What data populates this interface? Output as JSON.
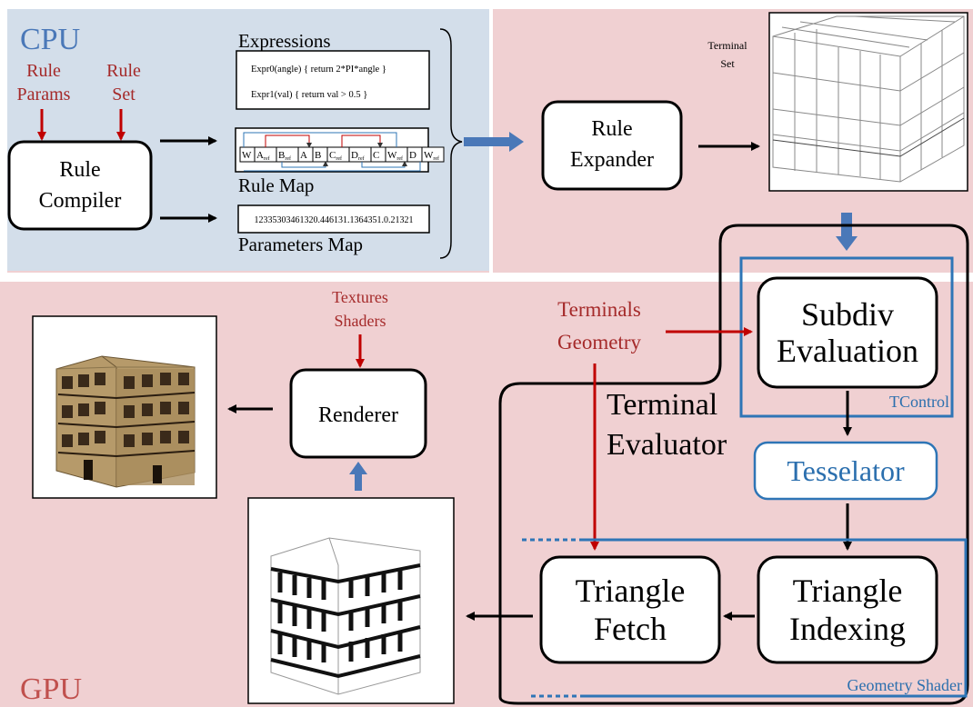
{
  "cpu": {
    "label": "CPU",
    "rule_params": [
      "Rule",
      "Params"
    ],
    "rule_set": [
      "Rule",
      "Set"
    ],
    "rule_compiler": [
      "Rule",
      "Compiler"
    ],
    "expressions_title": "Expressions",
    "expr0": "Expr0(angle) { return 2*PI*angle }",
    "expr1": "Expr1(val) { return val > 0.5 }",
    "rule_map_title": "Rule Map",
    "rule_map_cells": [
      {
        "main": "W",
        "sub": ""
      },
      {
        "main": "A",
        "sub": "ref"
      },
      {
        "main": "B",
        "sub": "ref"
      },
      {
        "main": "A",
        "sub": ""
      },
      {
        "main": "B",
        "sub": ""
      },
      {
        "main": "C",
        "sub": "ref"
      },
      {
        "main": "D",
        "sub": "ref"
      },
      {
        "main": "C",
        "sub": ""
      },
      {
        "main": "W",
        "sub": "ref"
      },
      {
        "main": "D",
        "sub": ""
      },
      {
        "main": "W",
        "sub": "ref"
      }
    ],
    "params_values": "12335303461320.446131.1364351.0.21321",
    "params_title": "Parameters Map"
  },
  "gpu": {
    "label": "GPU",
    "rule_expander": [
      "Rule",
      "Expander"
    ],
    "terminal_set": [
      "Terminal",
      "Set"
    ],
    "terminals_geometry": [
      "Terminals",
      "Geometry"
    ],
    "subdiv_evaluation": [
      "Subdiv",
      "Evaluation"
    ],
    "tcontrol": "TControl",
    "tesselator": "Tesselator",
    "terminal_evaluator": [
      "Terminal",
      "Evaluator"
    ],
    "triangle_fetch": [
      "Triangle",
      "Fetch"
    ],
    "triangle_indexing": [
      "Triangle",
      "Indexing"
    ],
    "geometry_shader": "Geometry Shader",
    "renderer": "Renderer",
    "textures_shaders": [
      "Textures",
      "Shaders"
    ]
  },
  "colors": {
    "cpu_bg": "#d3deea",
    "gpu_bg": "#f0d0d2",
    "red": "#a52a2a",
    "blue_text": "#2b6fae",
    "blue_frame": "#2e75b6",
    "blue_arrow": "#4a78b8"
  }
}
